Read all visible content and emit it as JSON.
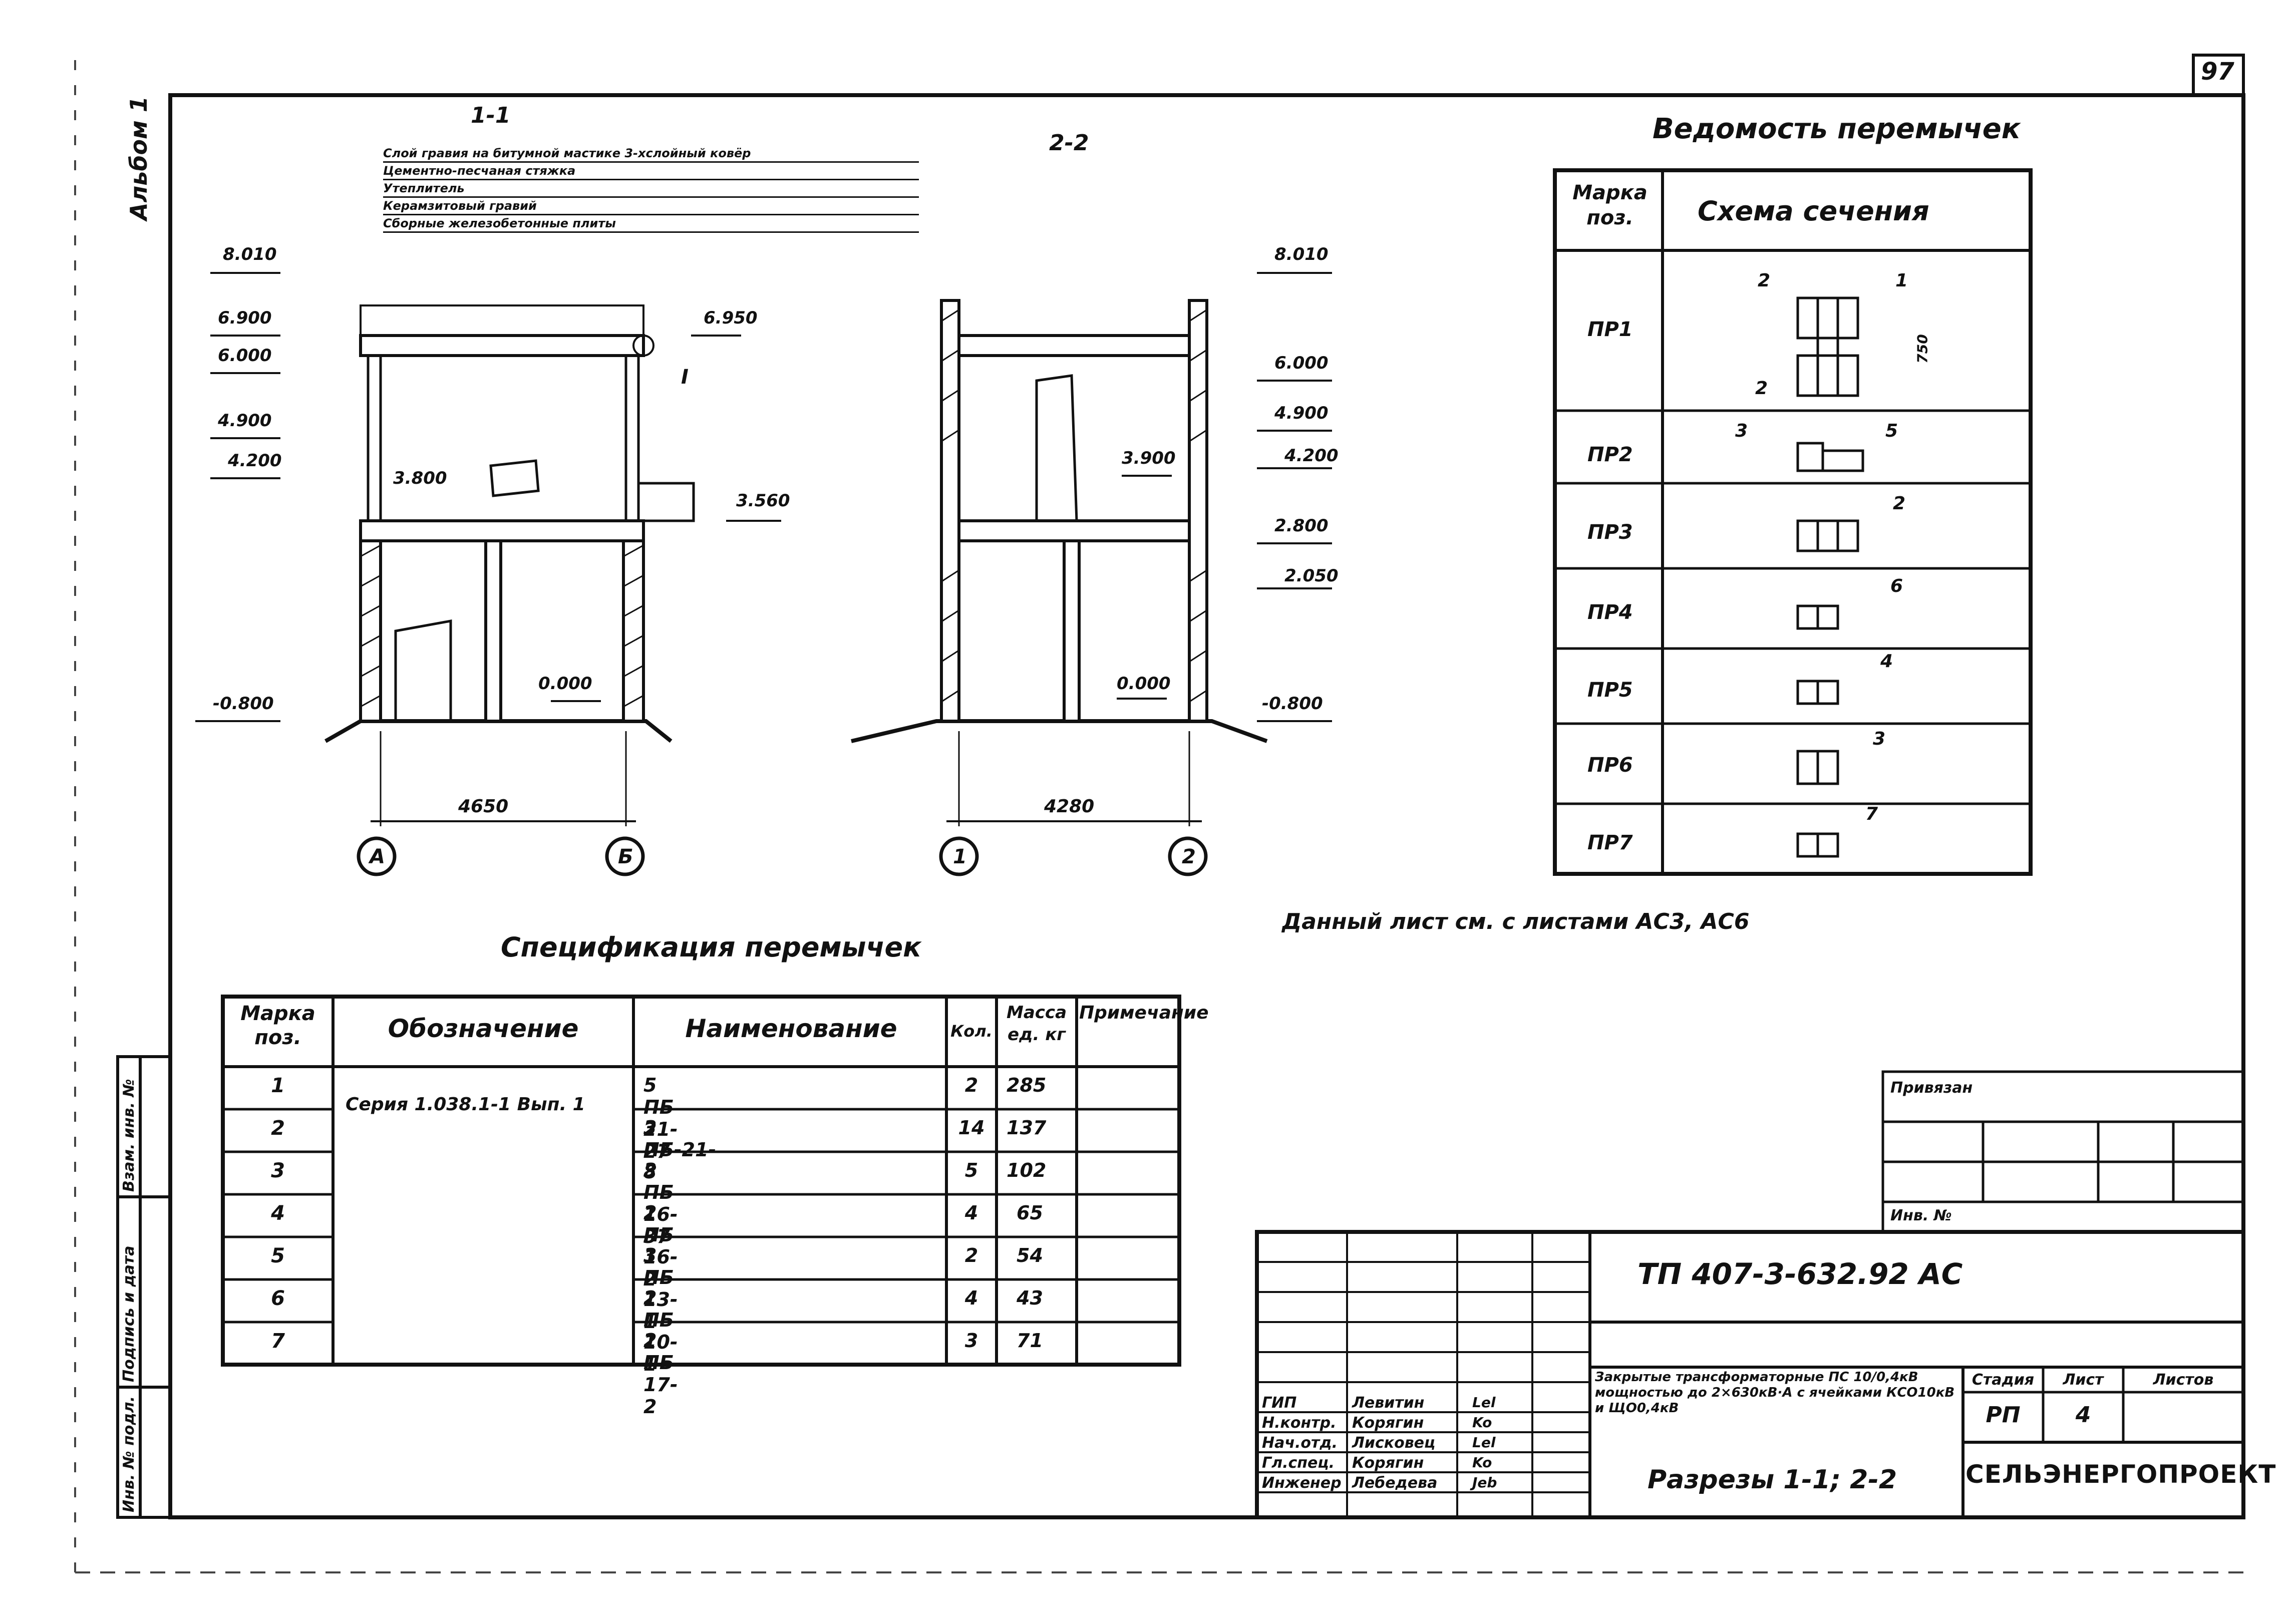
{
  "sheet_number": "97",
  "album_label": "Альбом 1",
  "section_1_1": {
    "title": "1-1",
    "notes": [
      "Слой гравия на битумной мастике 3-хслойный ковёр",
      "Цементно-песчаная стяжка",
      "Утеплитель",
      "Керамзитовый гравий",
      "Сборные железобетонные плиты"
    ],
    "elevations_left": [
      "8.010",
      "6.900",
      "6.000",
      "4.900",
      "4.200",
      "-0.800"
    ],
    "elevations_inner": [
      "6.950",
      "3.800",
      "3.560",
      "0.000"
    ],
    "callout": "I",
    "dimension": "4650",
    "axes": [
      "А",
      "Б"
    ]
  },
  "section_2_2": {
    "title": "2-2",
    "elevations_right": [
      "8.010",
      "6.000",
      "4.900",
      "4.200",
      "2.800",
      "2.050",
      "-0.800"
    ],
    "elevations_inner": [
      "3.900",
      "0.000"
    ],
    "dimension": "4280",
    "axes": [
      "1",
      "2"
    ]
  },
  "vedomost": {
    "title": "Ведомость перемычек",
    "headers": [
      "Марка поз.",
      "Схема сечения"
    ],
    "rows": [
      {
        "mark": "ПР1",
        "labels": [
          "2",
          "1",
          "2",
          "750"
        ]
      },
      {
        "mark": "ПР2",
        "labels": [
          "3",
          "5"
        ]
      },
      {
        "mark": "ПР3",
        "labels": [
          "2"
        ]
      },
      {
        "mark": "ПР4",
        "labels": [
          "6"
        ]
      },
      {
        "mark": "ПР5",
        "labels": [
          "4"
        ]
      },
      {
        "mark": "ПР6",
        "labels": [
          "3"
        ]
      },
      {
        "mark": "ПР7",
        "labels": [
          "7"
        ]
      }
    ]
  },
  "note_sheets": "Данный лист см. с листами АС3, АС6",
  "spec": {
    "title": "Спецификация перемычек",
    "headers": [
      "Марка поз.",
      "Обозначение",
      "Наименование",
      "Кол.",
      "Масса ед. кг",
      "Примечание"
    ],
    "designation": "Серия 1.038.1-1 Вып. 1",
    "rows": [
      {
        "pos": "1",
        "name": "5 ПБ 21-27",
        "qty": "2",
        "mass": "285"
      },
      {
        "pos": "2",
        "name": "3 ПБ-21-8",
        "qty": "14",
        "mass": "137"
      },
      {
        "pos": "3",
        "name": "3 ПБ 16-37",
        "qty": "5",
        "mass": "102"
      },
      {
        "pos": "4",
        "name": "2 ПБ 16-2",
        "qty": "4",
        "mass": "65"
      },
      {
        "pos": "5",
        "name": "3 ПБ 13-1",
        "qty": "2",
        "mass": "54"
      },
      {
        "pos": "6",
        "name": "2 ПБ 10-1",
        "qty": "4",
        "mass": "43"
      },
      {
        "pos": "7",
        "name": "2 ПБ 17-2",
        "qty": "3",
        "mass": "71"
      }
    ]
  },
  "side_stamp": [
    "Взам. инв. №",
    "Подпись и дата",
    "Инв. № подл."
  ],
  "privyazan": {
    "label": "Привязан",
    "inv": "Инв. №"
  },
  "title_block": {
    "code": "ТП 407-3-632.92 АС",
    "project_desc": "Закрытые трансформаторные ПС 10/0,4кВ мощностью до 2×630кВ·А с ячейками КСО10кВ и ЩО0,4кВ",
    "sheet_title": "Разрезы 1-1; 2-2",
    "stage_header": "Стадия",
    "sheet_header": "Лист",
    "sheets_header": "Листов",
    "stage": "РП",
    "sheet": "4",
    "org": "СЕЛЬЭНЕРГОПРОЕКТ",
    "people": [
      {
        "role": "ГИП",
        "name": "Левитин",
        "sign": "Lel"
      },
      {
        "role": "Н.контр.",
        "name": "Корягин",
        "sign": "Ko"
      },
      {
        "role": "Нач.отд.",
        "name": "Лисковец",
        "sign": "Lel"
      },
      {
        "role": "Гл.спец.",
        "name": "Корягин",
        "sign": "Ko"
      },
      {
        "role": "Инженер",
        "name": "Лебедева",
        "sign": "Jeb"
      }
    ]
  }
}
